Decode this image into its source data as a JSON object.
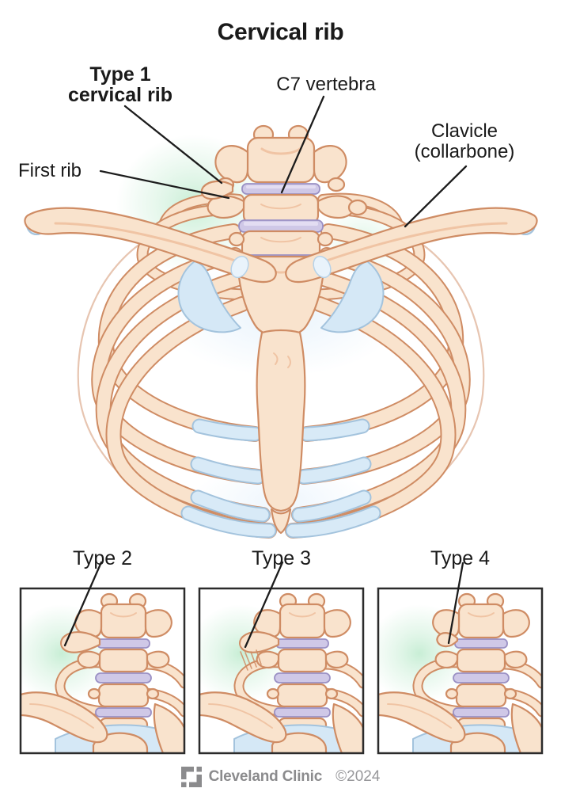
{
  "page": {
    "background": "#ffffff"
  },
  "title": "Cervical rib",
  "labels": {
    "type1": {
      "line1": "Type 1",
      "line2": "cervical rib"
    },
    "c7": {
      "text": "C7 vertebra"
    },
    "first_rib": {
      "text": "First rib"
    },
    "clavicle": {
      "line1": "Clavicle",
      "line2": "(collarbone)"
    }
  },
  "panels": [
    {
      "label": "Type 2"
    },
    {
      "label": "Type 3"
    },
    {
      "label": "Type 4"
    }
  ],
  "footer": {
    "brand": "Cleveland Clinic",
    "copyright": "©2024",
    "logo_icon": "cleveland-clinic-square-logo"
  },
  "colors": {
    "bone_fill": "#f9e3cd",
    "bone_outline": "#cf8c64",
    "bone_shade": "#f0c4a4",
    "cartilage_fill": "#d5e8f6",
    "cartilage_outline": "#a3c3dd",
    "disc_fill": "#cfc8e7",
    "disc_outline": "#9a90c4",
    "glow_green": "#c8eed6",
    "glow_blue": "#dcecfa",
    "label_text": "#1a1a1a",
    "leader_line": "#1c1c1c",
    "panel_border": "#2b2b2b",
    "footer_gray": "#8b8b8d"
  }
}
